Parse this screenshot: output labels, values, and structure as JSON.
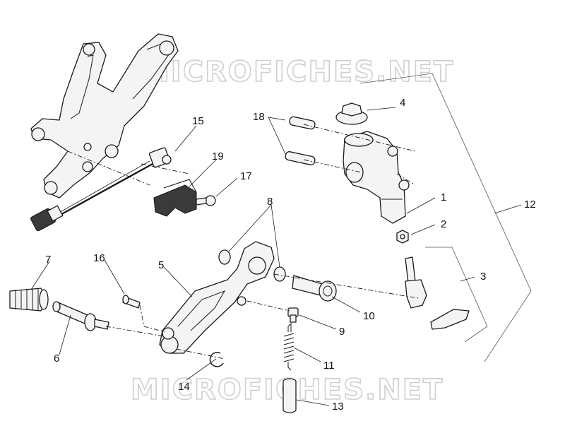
{
  "watermark": {
    "top": "MICROFICHES.NET",
    "bottom": "MICROFICHES.NET"
  },
  "callouts": {
    "c1": "1",
    "c2": "2",
    "c3": "3",
    "c4": "4",
    "c5": "5",
    "c6": "6",
    "c7": "7",
    "c8": "8",
    "c9": "9",
    "c10": "10",
    "c11": "11",
    "c12": "12",
    "c13": "13",
    "c14": "14",
    "c15": "15",
    "c16": "16",
    "c17": "17",
    "c18": "18",
    "c19": "19"
  },
  "colors": {
    "line": "#1a1a1a",
    "watermark": "#cfcfcf",
    "background": "#ffffff"
  }
}
